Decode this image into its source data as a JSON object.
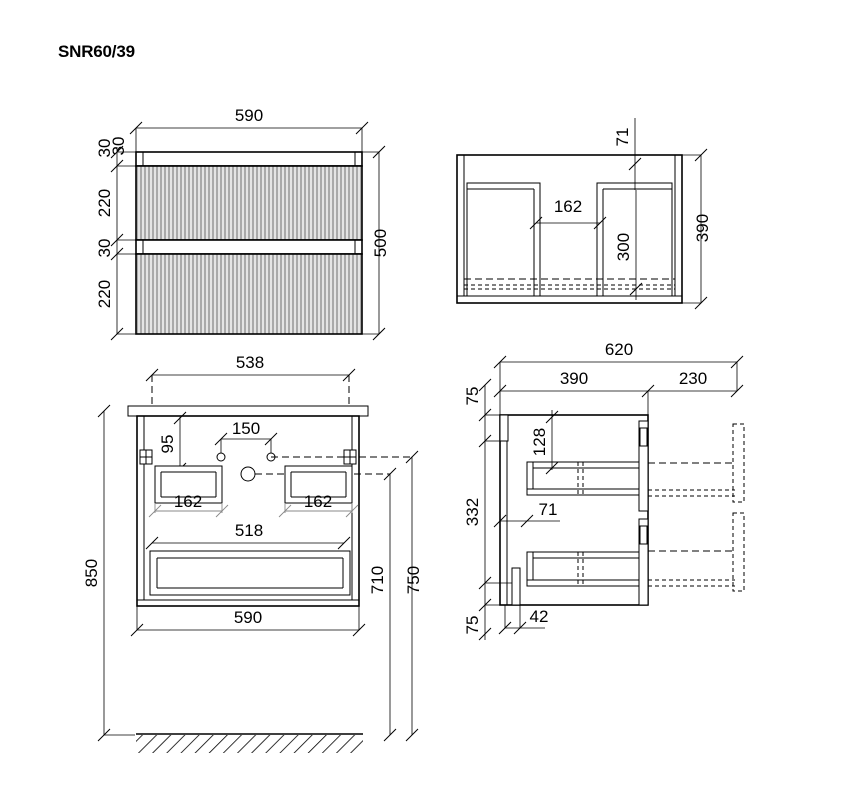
{
  "document": {
    "title": "SNR60/39",
    "sheet_width": 842,
    "sheet_height": 800,
    "background_color": "#ffffff",
    "line_color": "#000000",
    "hatch_color": "#000000",
    "rib_light_color": "#e8e8e8",
    "rib_dark_color": "#a8a8a8"
  },
  "views": {
    "front_elevation": {
      "name": "front-elevation-view",
      "dimensions": {
        "overall_width": "590",
        "overall_height": "500",
        "gap_top": "30",
        "drawer_upper": "220",
        "gap_middle": "30",
        "drawer_lower": "220"
      }
    },
    "plan_section": {
      "name": "plan-section-view",
      "dimensions": {
        "overall_depth": "390",
        "offset_top": "71",
        "inner_gap": "162",
        "inner_depth": "300"
      }
    },
    "front_section": {
      "name": "front-section-view",
      "dimensions": {
        "top_width": "538",
        "hole_spacing": "150",
        "hole_offset": "95",
        "drawer_left": "162",
        "drawer_right": "162",
        "inner_width": "518",
        "overall_width": "590",
        "height_to_floor": "850",
        "height_body": "710",
        "height_total": "750"
      }
    },
    "side_section": {
      "name": "side-section-view",
      "dimensions": {
        "overall_depth": "620",
        "body_depth": "390",
        "extension": "230",
        "top_offset": "75",
        "drawer_height": "128",
        "middle_span": "332",
        "rail_offset": "71",
        "bottom_offset": "75",
        "base_width": "42"
      }
    }
  },
  "labels": {
    "d590_front": "590",
    "d500": "500",
    "d30_top": "30",
    "d30_top2": "30",
    "d220_upper": "220",
    "d30_mid": "30",
    "d220_lower": "220",
    "d390_plan": "390",
    "d71_plan": "71",
    "d162_plan": "162",
    "d300_plan": "300",
    "d538": "538",
    "d150": "150",
    "d95": "95",
    "d162_left": "162",
    "d162_right": "162",
    "d518": "518",
    "d590_bottom": "590",
    "d850": "850",
    "d710": "710",
    "d750": "750",
    "d620": "620",
    "d390_side": "390",
    "d230": "230",
    "d75_top": "75",
    "d128": "128",
    "d332": "332",
    "d71_side": "71",
    "d75_bottom": "75",
    "d42": "42"
  }
}
